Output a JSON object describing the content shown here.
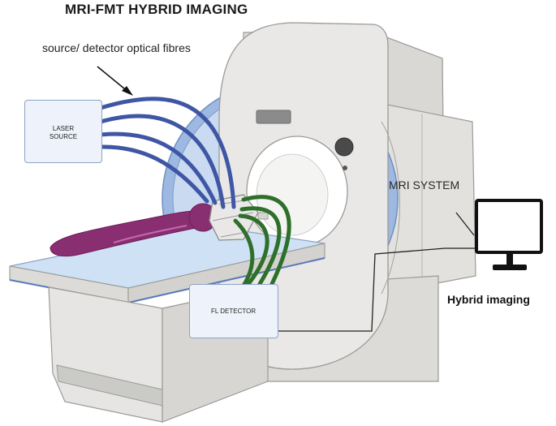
{
  "title": "MRI-FMT HYBRID IMAGING",
  "labels": {
    "fibres": "source/ detector optical fibres",
    "laser_line1": "LASER",
    "laser_line2": "SOURCE",
    "fl_detector": "FL DETECTOR",
    "mri_system": "MRI SYSTEM",
    "hybrid": "Hybrid imaging"
  },
  "colors": {
    "source_fibre": "#3f56a4",
    "detector_fibre": "#2e6f2a",
    "subject": "#8a2e72",
    "bore_ring": "#9db9e2",
    "scanner_body": "#e7e6e4",
    "table_top": "#cfe1f4"
  },
  "icons": [
    "arrow-icon",
    "monitor-icon"
  ]
}
